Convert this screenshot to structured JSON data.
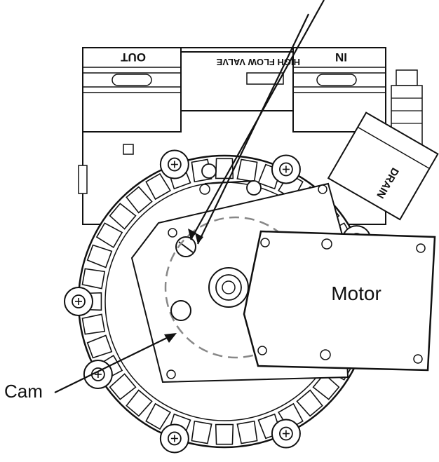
{
  "labels": {
    "motor": "Motor",
    "cam": "Cam",
    "port_out": "OUT",
    "port_in": "IN",
    "valve": "HIGH FLOW VALVE",
    "drain": "DRAIN"
  },
  "colors": {
    "line": "#111111",
    "background": "#ffffff",
    "dashed_circle": "#888888"
  }
}
